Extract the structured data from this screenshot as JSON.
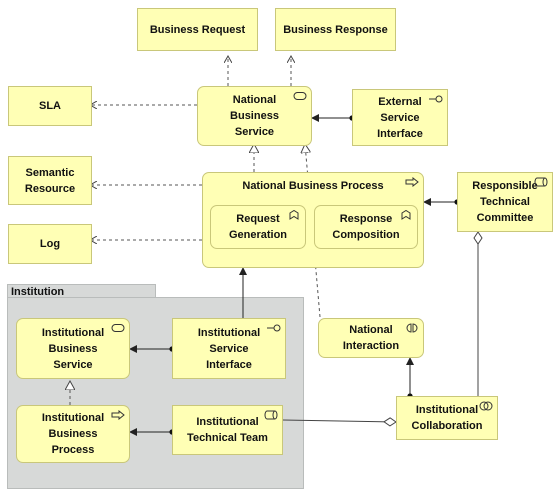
{
  "group": {
    "label": "Institution"
  },
  "elements": {
    "business_request": "Business Request",
    "business_response": "Business Response",
    "sla": "SLA",
    "national_business_service": "National\nBusiness\nService",
    "external_service_interface": "External\nService\nInterface",
    "semantic_resource": "Semantic\nResource",
    "national_business_process": "National Business Process",
    "request_generation": "Request\nGeneration",
    "response_composition": "Response\nComposition",
    "responsible_technical_committee": "Responsible\nTechnical\nCommittee",
    "log": "Log",
    "institutional_business_service": "Institutional\nBusiness\nService",
    "institutional_service_interface": "Institutional\nService\nInterface",
    "national_interaction": "National\nInteraction",
    "institutional_business_process": "Institutional\nBusiness\nProcess",
    "institutional_technical_team": "Institutional\nTechnical Team",
    "institutional_collaboration": "Institutional\nCollaboration"
  },
  "colors": {
    "element_fill": "#ffffb5",
    "element_border": "#c9c77a",
    "group_fill": "#d7d9d8",
    "line": "#333333"
  }
}
